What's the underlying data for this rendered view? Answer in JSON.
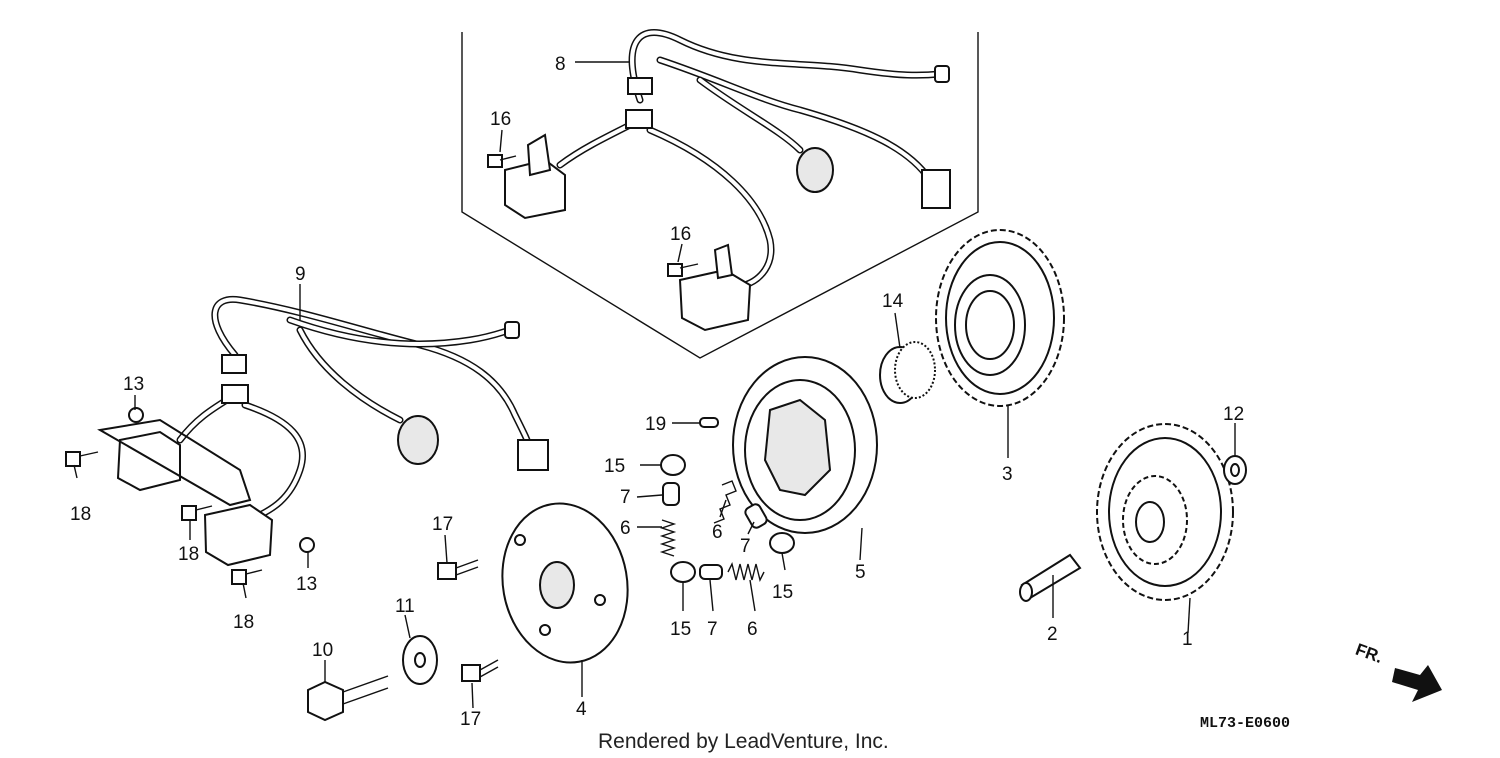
{
  "diagram": {
    "callouts": [
      "1",
      "2",
      "3",
      "4",
      "5",
      "6",
      "6",
      "6",
      "7",
      "7",
      "7",
      "8",
      "9",
      "10",
      "11",
      "12",
      "13",
      "13",
      "14",
      "15",
      "15",
      "15",
      "16",
      "16",
      "17",
      "17",
      "18",
      "18",
      "18",
      "19"
    ],
    "diagram_code": "ML73-E0600",
    "credit": "Rendered by LeadVenture, Inc.",
    "direction_label": "FR."
  }
}
